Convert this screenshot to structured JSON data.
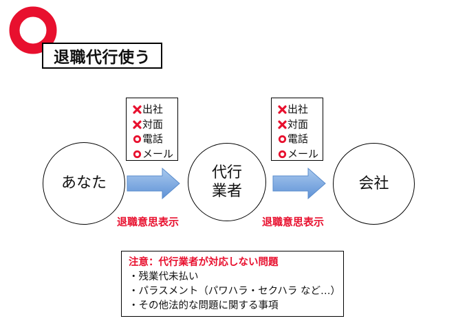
{
  "title": "退職代行使う",
  "nodes": {
    "you": "あなた",
    "agent_line1": "代行",
    "agent_line2": "業者",
    "company": "会社"
  },
  "checklists": [
    {
      "items": [
        {
          "icon": "cross-icon",
          "label": "出社"
        },
        {
          "icon": "cross-icon",
          "label": "対面"
        },
        {
          "icon": "circle-icon",
          "label": "電話"
        },
        {
          "icon": "circle-icon",
          "label": "メール"
        }
      ]
    },
    {
      "items": [
        {
          "icon": "cross-icon",
          "label": "出社"
        },
        {
          "icon": "cross-icon",
          "label": "対面"
        },
        {
          "icon": "circle-icon",
          "label": "電話"
        },
        {
          "icon": "circle-icon",
          "label": "メール"
        }
      ]
    }
  ],
  "arrow_captions": [
    "退職意思表示",
    "退職意思表示"
  ],
  "notice": {
    "heading": "注意：代行業者が対応しない問題",
    "items": [
      "・残業代未払い",
      "・パラスメント（パワハラ・セクハラ など…）",
      "・その他法的な問題に関する事項"
    ]
  },
  "colors": {
    "accent_red": "#e8102e",
    "arrow_light": "#a9c9ee",
    "arrow_dark": "#5f92d6",
    "ring_red": "#e8102e"
  }
}
